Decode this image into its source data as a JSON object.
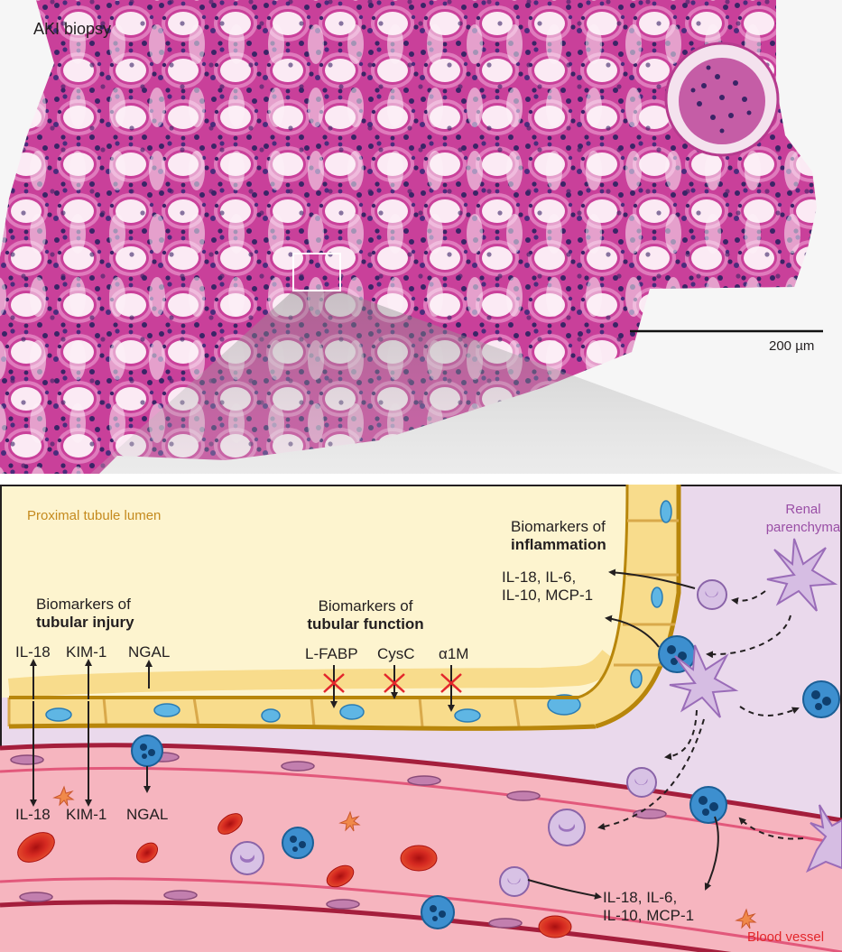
{
  "biopsy": {
    "title": "AKI biopsy",
    "scale_bar": "200 µm"
  },
  "schematic": {
    "lumen_label": "Proximal tubule lumen",
    "parenchyma_label": [
      "Renal",
      "parenchyma"
    ],
    "vessel_label": "Blood vessel",
    "injury": {
      "title_pre": "Biomarkers of",
      "title_bold": "tubular injury",
      "markers_top": [
        "IL-18",
        "KIM-1",
        "NGAL"
      ],
      "markers_bottom": [
        "IL-18",
        "KIM-1",
        "NGAL"
      ]
    },
    "function": {
      "title_pre": "Biomarkers of",
      "title_bold": "tubular function",
      "markers": [
        "L-FABP",
        "CysC",
        "α1M"
      ]
    },
    "inflammation": {
      "title_pre": "Biomarkers of",
      "title_bold": "inflammation",
      "cytokines_top": [
        "IL-18, IL-6,",
        "IL-10, MCP-1"
      ],
      "cytokines_bottom": [
        "IL-18, IL-6,",
        "IL-10, MCP-1"
      ]
    }
  },
  "colors": {
    "lumen": "#fdf4cf",
    "parenchyma": "#ead9ec",
    "vessel": "#f6b5bf",
    "epithelium": "#f8dc8c",
    "membrane": "#b8860b",
    "inhibit": "#e3262b",
    "tissue": "#d96aa8"
  }
}
